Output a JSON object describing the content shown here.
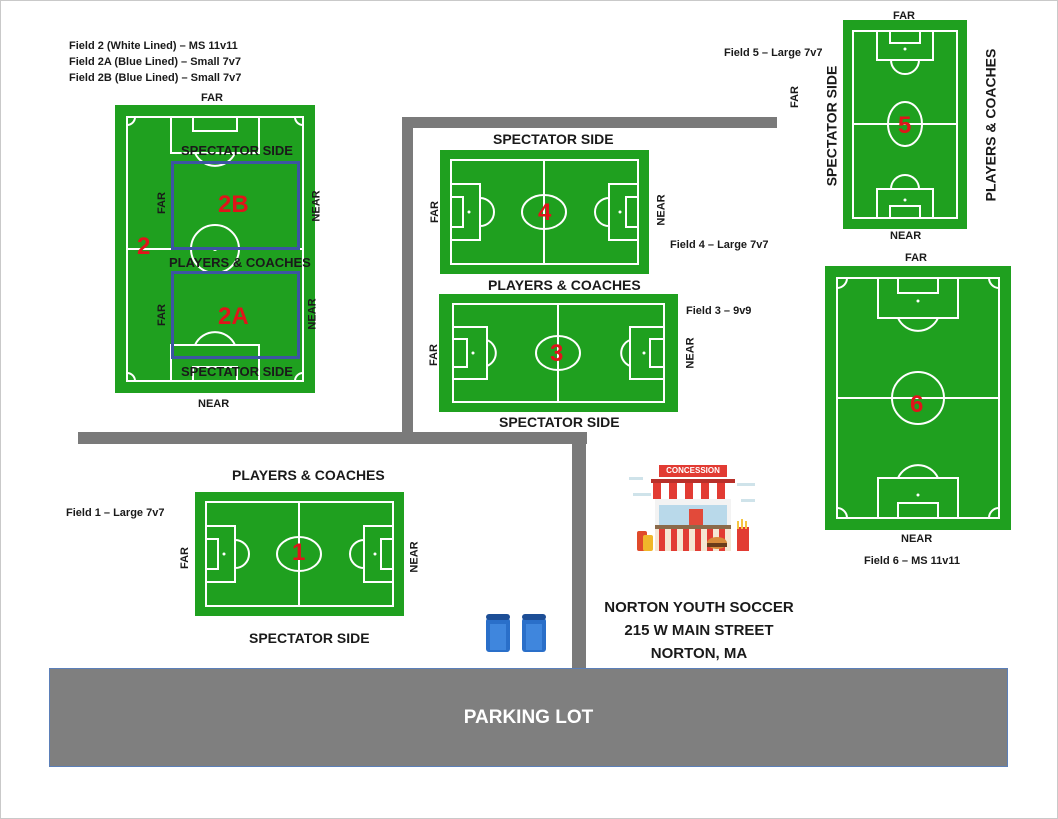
{
  "legend_field2": {
    "line1": "Field 2 (White Lined) – MS 11v11",
    "line2": "Field 2A (Blue Lined) – Small 7v7",
    "line3": "Field 2B (Blue Lined) – Small 7v7"
  },
  "field2": {
    "number": "2",
    "sub_b": "2B",
    "sub_a": "2A",
    "far_top": "FAR",
    "near_bottom": "NEAR",
    "spectator_top": "SPECTATOR SIDE",
    "players": "PLAYERS & COACHES",
    "spectator_bottom": "SPECTATOR SIDE",
    "far_left_b": "FAR",
    "far_left_a": "FAR",
    "near_right_b": "NEAR",
    "near_right_a": "NEAR"
  },
  "field4": {
    "number": "4",
    "spectator": "SPECTATOR SIDE",
    "players": "PLAYERS & COACHES",
    "far": "FAR",
    "near": "NEAR",
    "caption": "Field 4 – Large 7v7"
  },
  "field3": {
    "number": "3",
    "spectator": "SPECTATOR SIDE",
    "far": "FAR",
    "near": "NEAR",
    "caption": "Field 3 – 9v9"
  },
  "field5": {
    "number": "5",
    "far": "FAR",
    "near": "NEAR",
    "spectator": "SPECTATOR SIDE",
    "players": "PLAYERS & COACHES",
    "side_far": "FAR",
    "caption": "Field 5 – Large 7v7"
  },
  "field6": {
    "number": "6",
    "far": "FAR",
    "near": "NEAR",
    "caption": "Field 6 – MS 11v11"
  },
  "field1": {
    "number": "1",
    "players": "PLAYERS & COACHES",
    "spectator": "SPECTATOR SIDE",
    "far": "FAR",
    "near": "NEAR",
    "caption": "Field 1 – Large 7v7"
  },
  "concession": {
    "sign": "CONCESSION"
  },
  "address": {
    "line1": "NORTON YOUTH SOCCER",
    "line2": "215 W MAIN STREET",
    "line3": "NORTON, MA"
  },
  "parking": {
    "label": "PARKING LOT"
  },
  "colors": {
    "grass": "#1fa01f",
    "road": "#7a7a7a",
    "number": "#e0141a",
    "sub_field_line": "#3d55a3",
    "parking": "#7f7f7f",
    "portapotty": "#2a6fc9"
  }
}
